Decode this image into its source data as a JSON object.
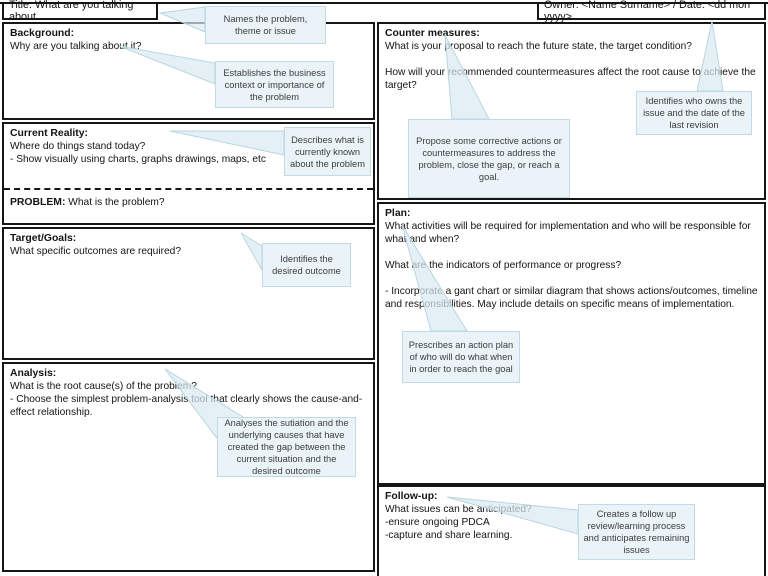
{
  "colors": {
    "section_border": "#161616",
    "callout_fill": "#eaf3f7",
    "callout_border": "#c0dbe4",
    "leader_fill": "#d9eaf1",
    "callout_text": "#3d3d3d"
  },
  "header": {
    "title": "Title: What are you talking about",
    "owner_date": "Owner: <Name Surname> / Date: <dd mon yyyy>"
  },
  "sections": {
    "background": {
      "heading": "Background:",
      "line1": "Why are you talking about it?"
    },
    "current_reality": {
      "heading": "Current Reality:",
      "line1": "Where do things stand today?",
      "line2": "- Show visually using charts, graphs drawings, maps, etc"
    },
    "problem": {
      "label": "PROBLEM:",
      "text": " What is the problem?"
    },
    "target_goals": {
      "heading": "Target/Goals:",
      "line1": "What specific outcomes are required?"
    },
    "analysis": {
      "heading": "Analysis:",
      "line1": "What is the root cause(s) of the problem?",
      "line2": "- Choose the simplest problem-analysis tool that clearly shows the cause-and-effect relationship."
    },
    "counter_measures": {
      "heading": "Counter measures:",
      "para1": "What is your proposal to reach the future state, the target condition?",
      "para2": "How will your recommended countermeasures affect the root cause to achieve the target?"
    },
    "plan": {
      "heading": "Plan:",
      "para1": "What activities will be required for implementation and who will be responsible for what and when?",
      "para2": "What are the indicators of performance or progress?",
      "para3": "- Incorporate a gant chart or similar diagram that shows actions/outcomes, timeline and responsibilities. May include details on specific means of implementation."
    },
    "follow_up": {
      "heading": "Follow-up:",
      "line1": "What issues can be anticipated?",
      "line2": "-ensure ongoing PDCA",
      "line3": "-capture and share learning."
    }
  },
  "callouts": {
    "names_problem": "Names the problem, theme or issue",
    "establishes_context": "Establishes the business context or importance of the problem",
    "describes_known": "Describes what is currently known about the problem",
    "identifies_outcome": "Identifies the desired outcome",
    "analyses_situation": "Analyses the sutiation and the underlying causes  that have created the gap between the current situation and the desired outcome",
    "propose_actions": "Propose some corrective actions or countermeasures to address the problem, close the gap, or reach a goal.",
    "identifies_owner": "Identifies who owns the issue and the date of the last revision",
    "prescribes_plan": "Prescribes an action plan of who will do what when in order to reach the goal",
    "creates_followup": "Creates a follow up review/learning process and anticipates remaining issues"
  }
}
